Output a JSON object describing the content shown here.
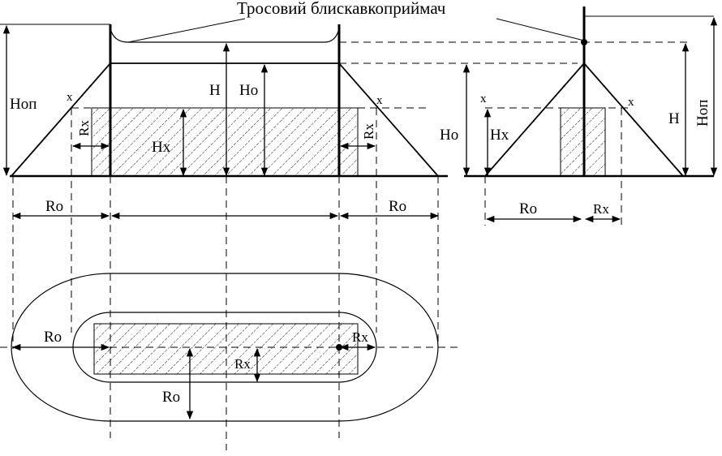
{
  "title": "Тросовий блискавкоприймач",
  "labels": {
    "hop": "Нoп",
    "h": "Н",
    "ho": "Нo",
    "hx": "Нx",
    "x": "x",
    "rx": "Rx",
    "ro": "Ro"
  },
  "colors": {
    "line": "#000000",
    "background": "#ffffff"
  }
}
